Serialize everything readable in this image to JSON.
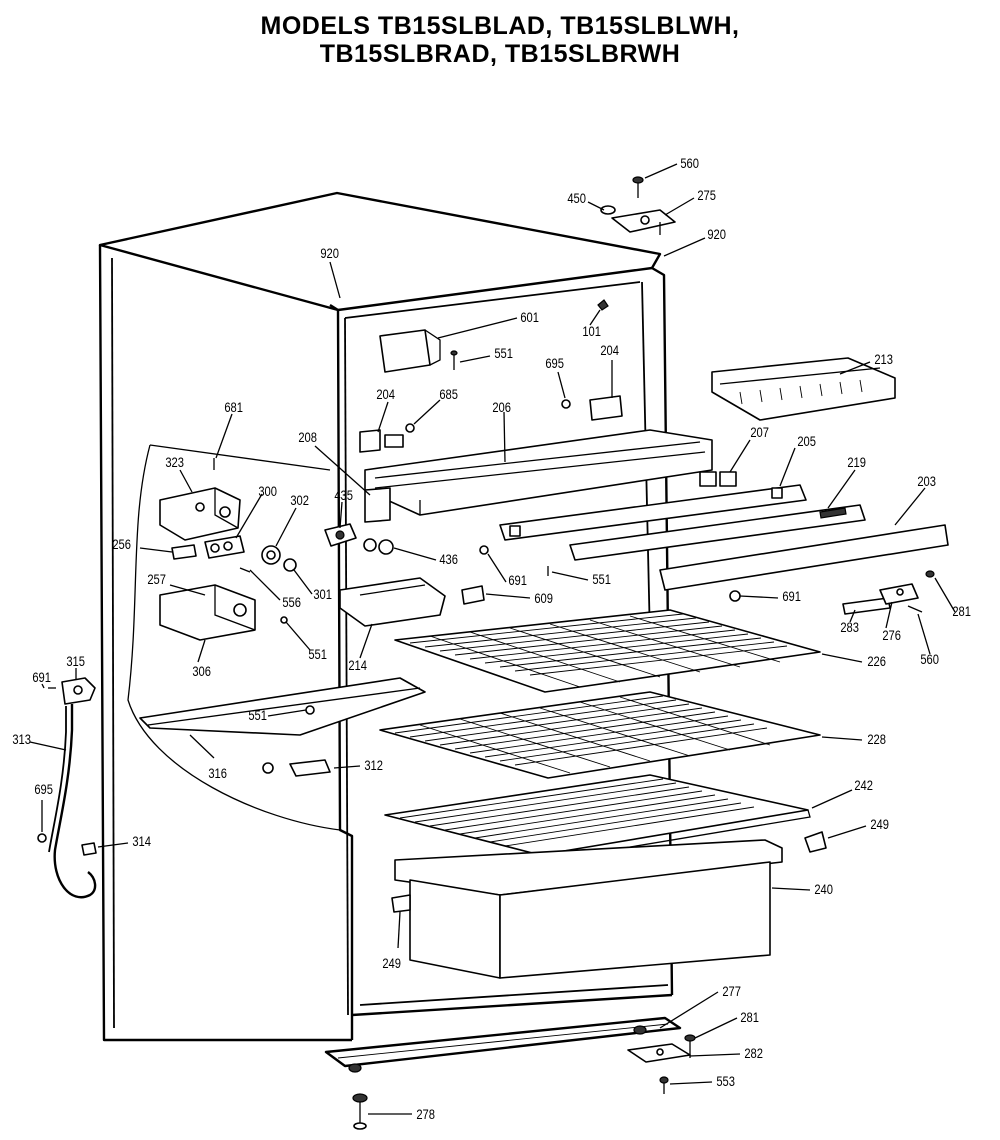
{
  "title": {
    "line1": "MODELS TB15SLBLAD, TB15SLBLWH,",
    "line2": "TB15SLBRAD, TB15SLBRWH"
  },
  "callouts": [
    "560",
    "275",
    "450",
    "920",
    "920",
    "601",
    "101",
    "551",
    "695",
    "204",
    "204",
    "685",
    "213",
    "206",
    "208",
    "207",
    "205",
    "219",
    "681",
    "323",
    "435",
    "300",
    "302",
    "203",
    "256",
    "436",
    "691",
    "551",
    "609",
    "691",
    "257",
    "556",
    "301",
    "281",
    "283",
    "276",
    "306",
    "551",
    "214",
    "560",
    "226",
    "691",
    "315",
    "551",
    "313",
    "228",
    "316",
    "312",
    "242",
    "695",
    "249",
    "314",
    "240",
    "249",
    "277",
    "281",
    "282",
    "553",
    "278"
  ]
}
